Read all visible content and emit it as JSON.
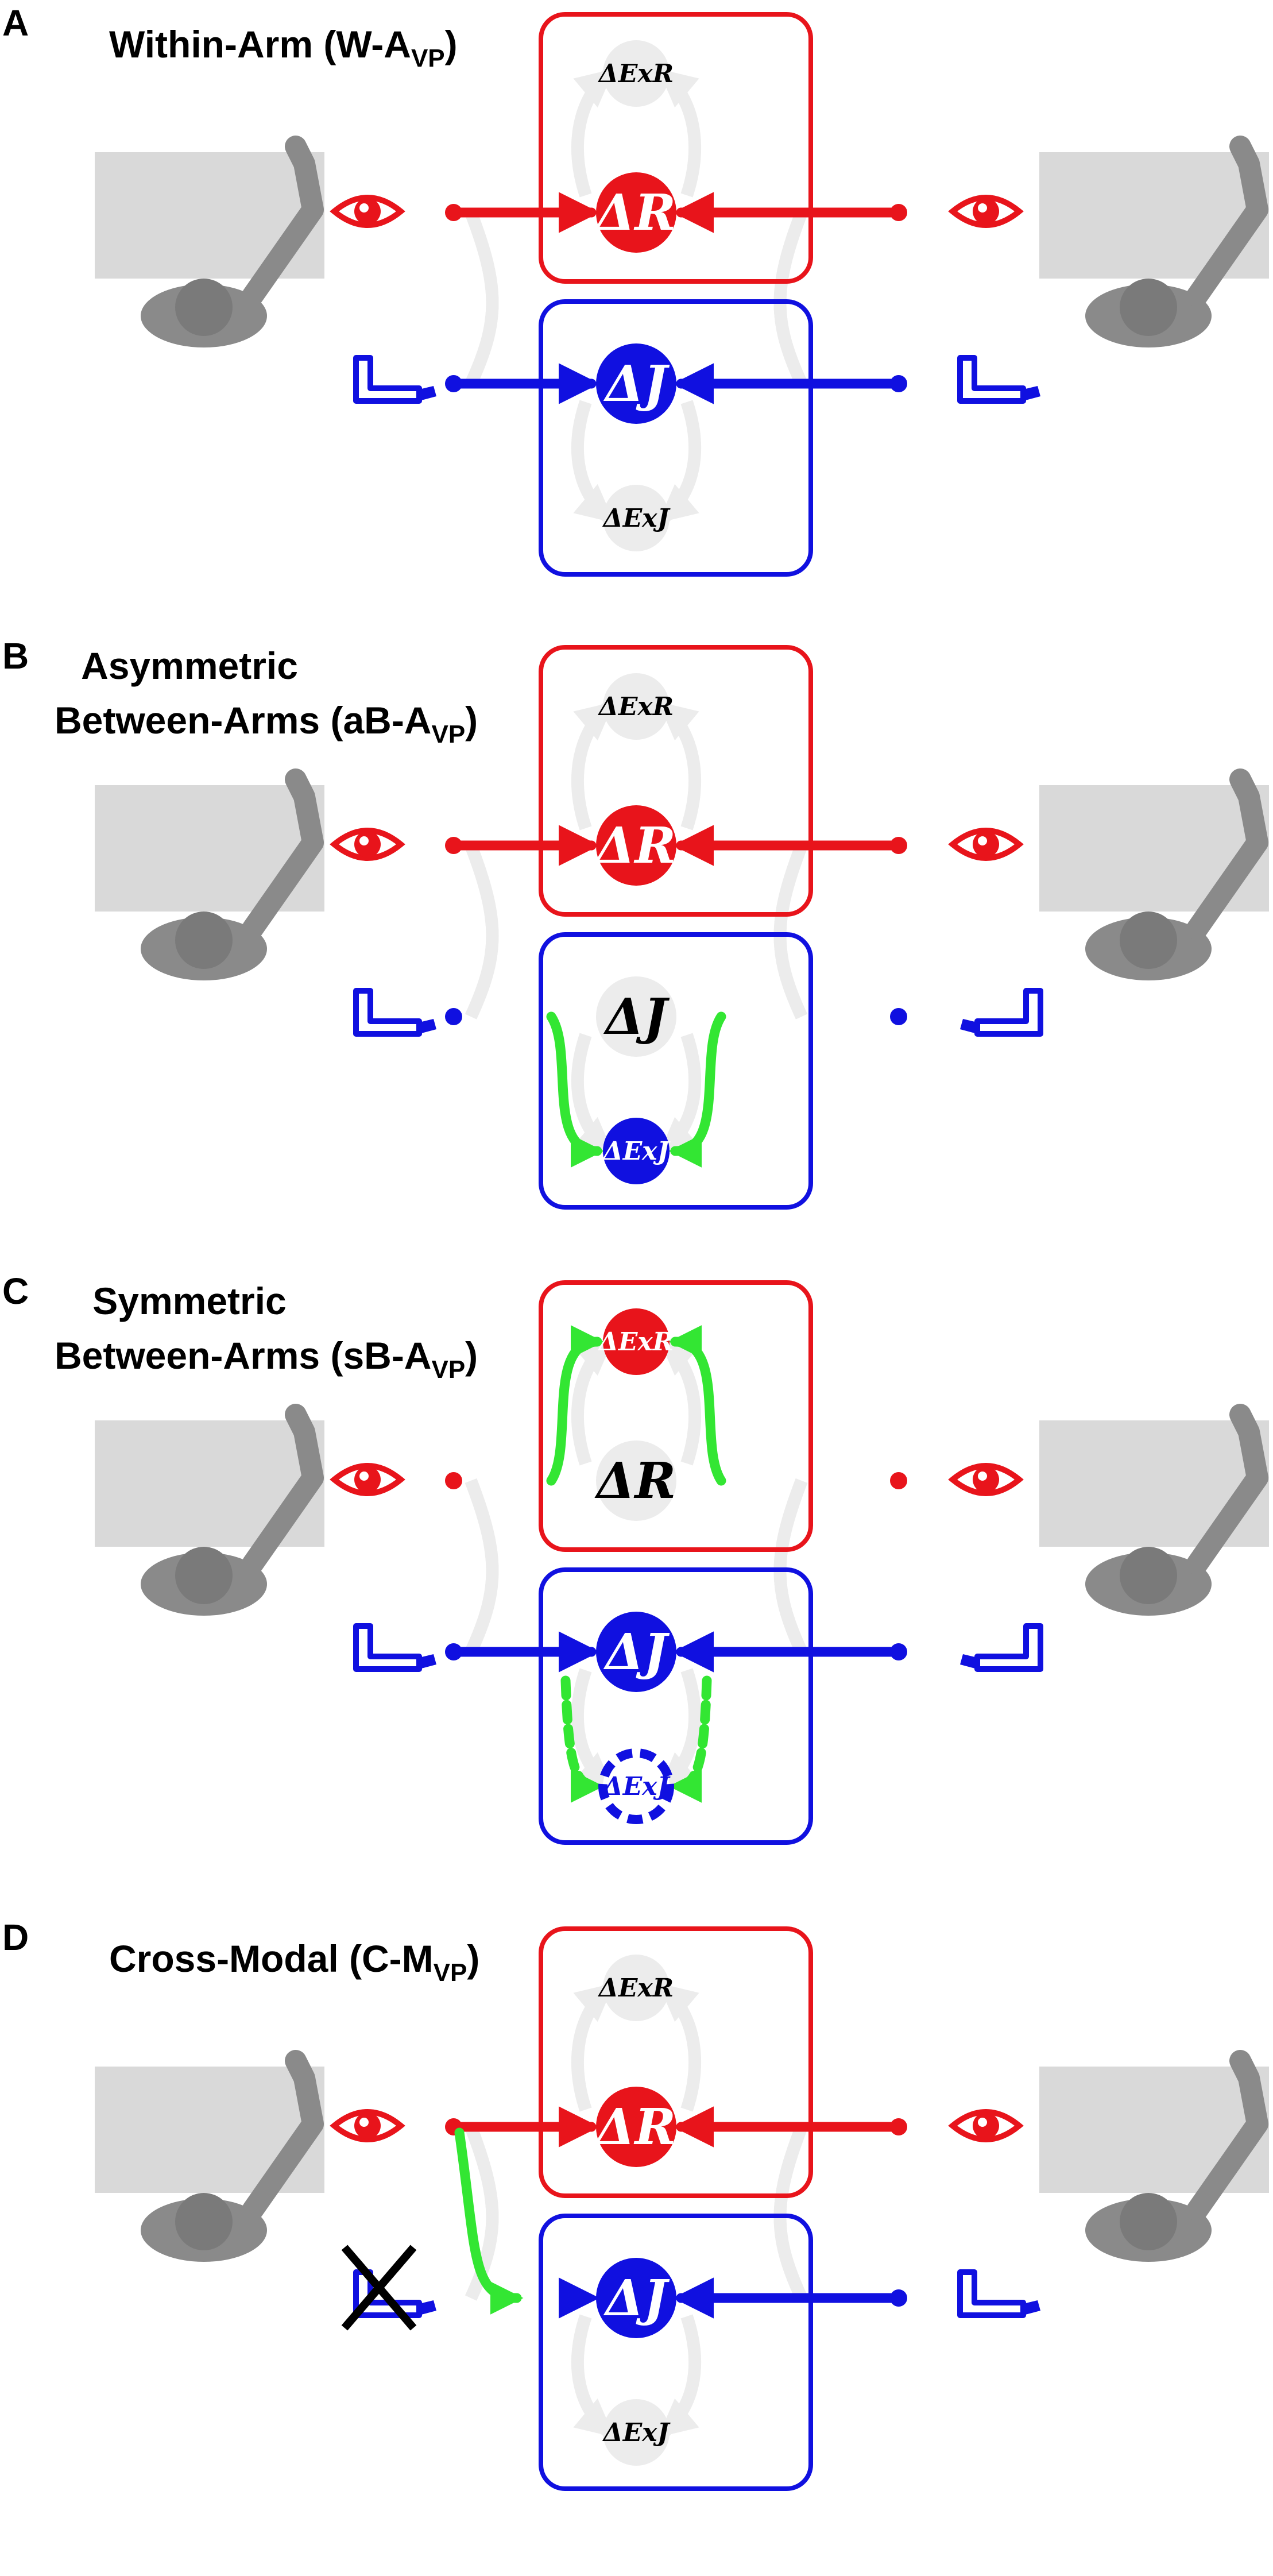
{
  "colors": {
    "visual": "#e8141b",
    "proprio": "#1010e0",
    "transfer": "#33e633",
    "inactive": "#ececec",
    "scene": "#d9d9d9",
    "body": "#8a8a8a"
  },
  "icons": {
    "visual": "eye-icon",
    "proprio": "arm-icon",
    "blocked": "cross-icon"
  },
  "panels": [
    {
      "label": "A",
      "title_main": "Within-Arm (W-A",
      "title_sub": "VP",
      "title_end": ")",
      "title_line1": "",
      "nodes": {
        "exr": "ΔExR",
        "r": "ΔR",
        "j": "ΔJ",
        "exj": "ΔExJ"
      },
      "active": {
        "exr": false,
        "r": true,
        "j": true,
        "exj": false,
        "exj_dashed": false
      },
      "left_arm_blocked": false
    },
    {
      "label": "B",
      "title_line1": "Asymmetric",
      "title_main": "Between-Arms (aB-A",
      "title_sub": "VP",
      "title_end": ")",
      "nodes": {
        "exr": "ΔExR",
        "r": "ΔR",
        "j": "ΔJ",
        "exj": "ΔExJ"
      },
      "active": {
        "exr": false,
        "r": true,
        "j": false,
        "exj": true,
        "exj_dashed": false
      },
      "left_arm_blocked": false
    },
    {
      "label": "C",
      "title_line1": "Symmetric",
      "title_main": "Between-Arms (sB-A",
      "title_sub": "VP",
      "title_end": ")",
      "nodes": {
        "exr": "ΔExR",
        "r": "ΔR",
        "j": "ΔJ",
        "exj": "ΔExJ"
      },
      "active": {
        "exr": true,
        "r": false,
        "j": true,
        "exj": false,
        "exj_dashed": true
      },
      "left_arm_blocked": false
    },
    {
      "label": "D",
      "title_main": "Cross-Modal (C-M",
      "title_sub": "VP",
      "title_end": ")",
      "title_line1": "",
      "nodes": {
        "exr": "ΔExR",
        "r": "ΔR",
        "j": "ΔJ",
        "exj": "ΔExJ"
      },
      "active": {
        "exr": false,
        "r": true,
        "j": true,
        "exj": false,
        "exj_dashed": false
      },
      "left_arm_blocked": true
    }
  ]
}
